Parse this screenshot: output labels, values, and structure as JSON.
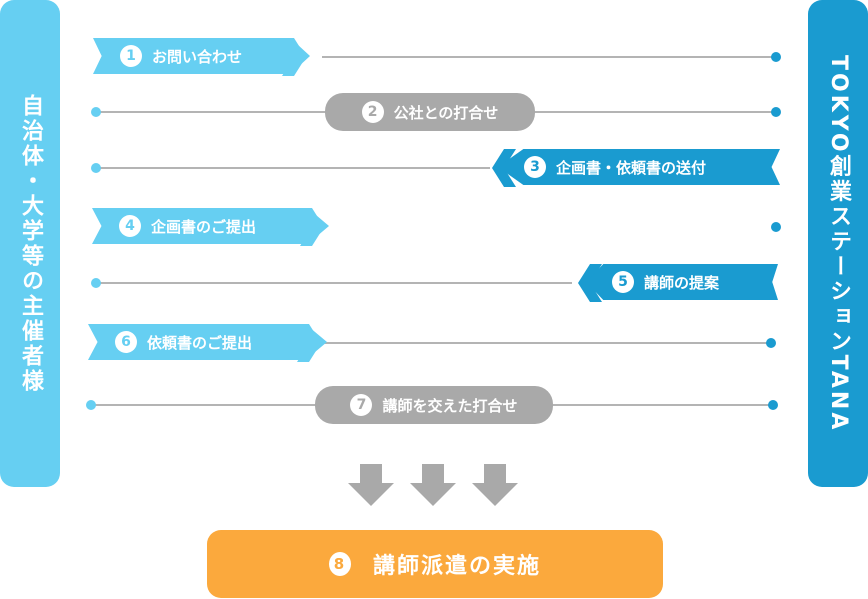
{
  "left_panel": {
    "label": "自治体・大学等の主催者様",
    "color": "#66cff2"
  },
  "right_panel": {
    "label": "TOKYO創業ステーションTANA",
    "color": "#1a9bd0"
  },
  "steps": [
    {
      "num": "1",
      "label": "お問い合わせ",
      "style": "chevron-right",
      "color": "#66cff2"
    },
    {
      "num": "2",
      "label": "公社との打合せ",
      "style": "pill",
      "color": "#a9a9a9"
    },
    {
      "num": "3",
      "label": "企画書・依頼書の送付",
      "style": "chevron-left",
      "color": "#1a9bd0"
    },
    {
      "num": "4",
      "label": "企画書のご提出",
      "style": "chevron-right",
      "color": "#66cff2"
    },
    {
      "num": "5",
      "label": "講師の提案",
      "style": "chevron-left",
      "color": "#1a9bd0"
    },
    {
      "num": "6",
      "label": "依頼書のご提出",
      "style": "chevron-right",
      "color": "#66cff2"
    },
    {
      "num": "7",
      "label": "講師を交えた打合せ",
      "style": "pill",
      "color": "#a9a9a9"
    }
  ],
  "final": {
    "num": "8",
    "label": "講師派遣の実施",
    "color": "#fba93d"
  },
  "colors": {
    "line": "#b4b4b4",
    "dot": "#1a9bd0",
    "dot_light": "#66cff2",
    "arrow": "#a9a9a9"
  }
}
